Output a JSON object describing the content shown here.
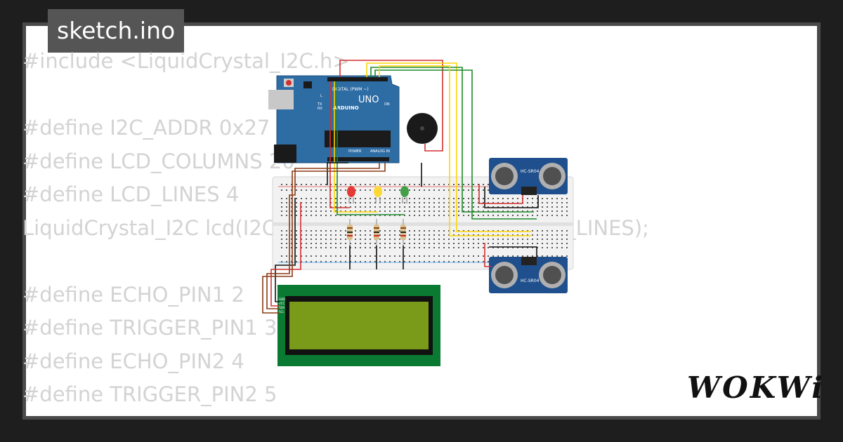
{
  "tab": {
    "label": "sketch.ino"
  },
  "code": {
    "lines": [
      "#include <LiquidCrystal_I2C.h>",
      "",
      "#define I2C_ADDR 0x27",
      "#define LCD_COLUMNS 20",
      "#define LCD_LINES 4",
      "LiquidCrystal_I2C lcd(I2C_ADDR, LCD_COLUMNS, LCD_LINES);",
      "",
      "#define ECHO_PIN1 2",
      "#define TRIGGER_PIN1 3",
      "#define ECHO_PIN2 4",
      "#define TRIGGER_PIN2 5"
    ]
  },
  "arduino": {
    "model": "UNO",
    "brand": "ARDUINO",
    "digital_label": "DIGITAL (PWM ~)",
    "power_label": "POWER",
    "analog_label": "ANALOG IN",
    "on_label": "ON",
    "tx_label": "TX",
    "rx_label": "RX",
    "l_label": "L"
  },
  "sensors": [
    {
      "label": "HC-SR04"
    },
    {
      "label": "HC-SR04"
    }
  ],
  "leds": [
    {
      "color": "#e53935"
    },
    {
      "color": "#fdd835"
    },
    {
      "color": "#43a047"
    }
  ],
  "lcd": {
    "pins": [
      "GND",
      "VCC",
      "SDA",
      "SCL"
    ]
  },
  "colors": {
    "board": "#2e6ca4",
    "lcd_frame": "#0a7a33",
    "lcd_screen": "#7a9a1a",
    "wire_red": "#d32f2f",
    "wire_yellow": "#ffd600",
    "wire_green": "#1b8a2a",
    "wire_black": "#111111",
    "wire_brown": "#8b3a14"
  },
  "logo": {
    "text": "WOKWi"
  }
}
